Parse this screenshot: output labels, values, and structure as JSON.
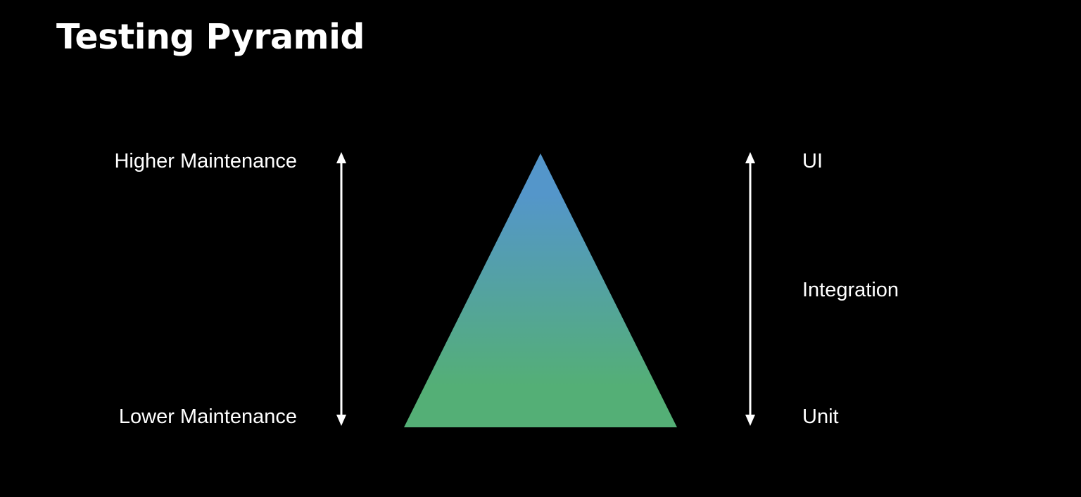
{
  "title": "Testing Pyramid",
  "left_axis": {
    "top_label": "Higher Maintenance",
    "bottom_label": "Lower Maintenance"
  },
  "right_axis": {
    "levels": [
      "UI",
      "Integration",
      "Unit"
    ]
  },
  "colors": {
    "background": "#000000",
    "text": "#ffffff",
    "pyramid_top": "#5496CA",
    "pyramid_bottom": "#54AF76"
  }
}
